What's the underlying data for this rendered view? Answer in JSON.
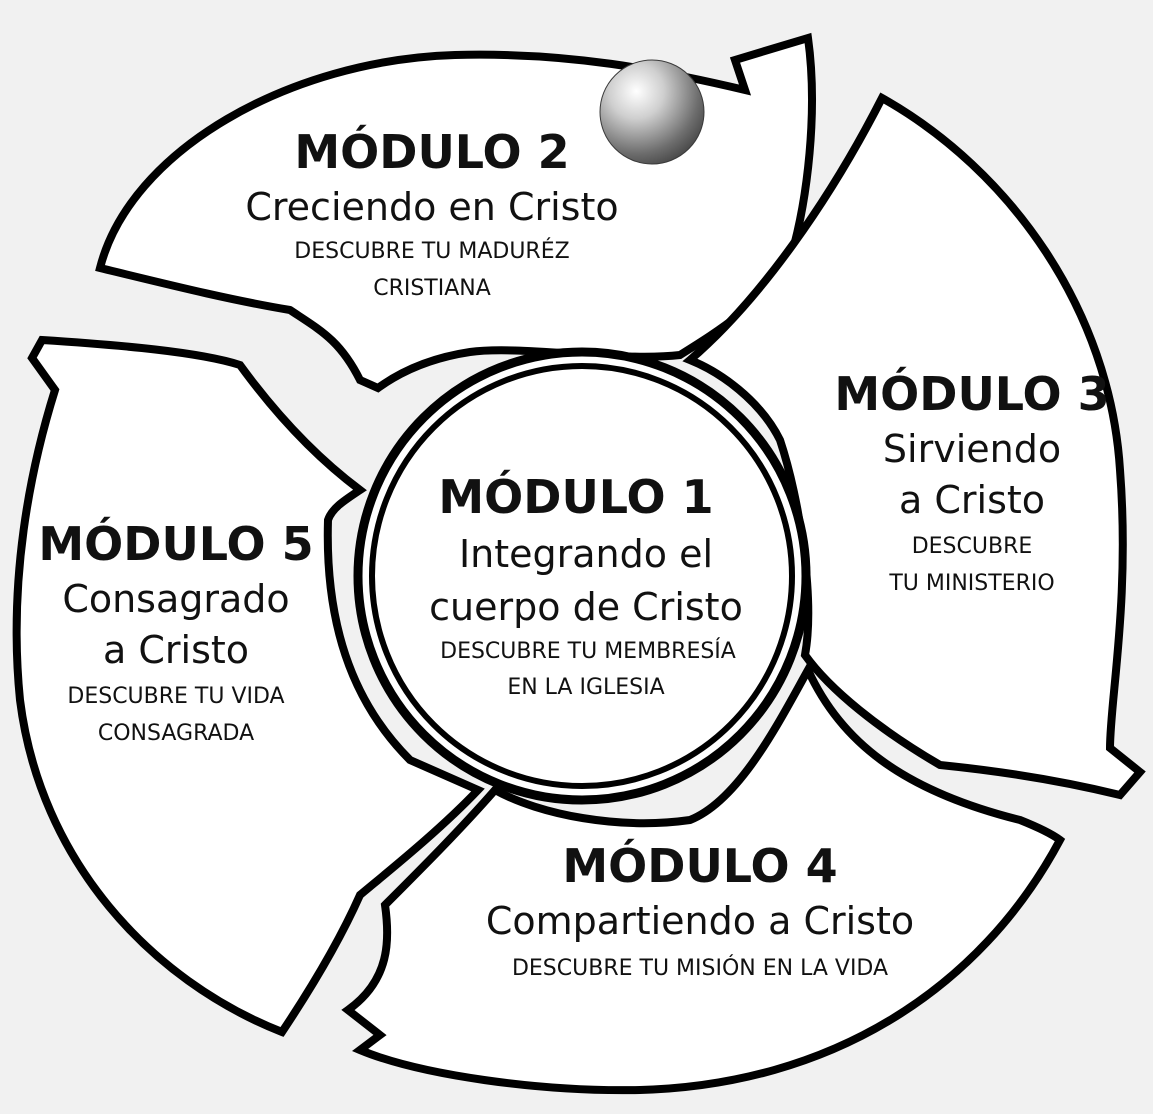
{
  "colors": {
    "background": "#f1f1f1",
    "fill": "#ffffff",
    "stroke": "#000000",
    "text": "#111111"
  },
  "hub": {
    "title": "MÓDULO 1",
    "subtitle_lines": [
      "Integrando el",
      "cuerpo de Cristo"
    ],
    "desc_lines": [
      "DESCUBRE TU MEMBRESÍA",
      "EN LA IGLESIA"
    ]
  },
  "modules": [
    {
      "title": "MÓDULO 2",
      "subtitle_lines": [
        "Creciendo en Cristo"
      ],
      "desc_lines": [
        "DESCUBRE TU MADURÉZ",
        "CRISTIANA"
      ]
    },
    {
      "title": "MÓDULO 3",
      "subtitle_lines": [
        "Sirviendo",
        "a Cristo"
      ],
      "desc_lines": [
        "DESCUBRE",
        "TU MINISTERIO"
      ]
    },
    {
      "title": "MÓDULO 4",
      "subtitle_lines": [
        "Compartiendo a Cristo"
      ],
      "desc_lines": [
        "DESCUBRE TU MISIÓN EN LA VIDA"
      ]
    },
    {
      "title": "MÓDULO 5",
      "subtitle_lines": [
        "Consagrado",
        "a Cristo"
      ],
      "desc_lines": [
        "DESCUBRE TU VIDA",
        "CONSAGRADA"
      ]
    }
  ],
  "decoration": {
    "sphere_icon": "sphere-icon"
  }
}
